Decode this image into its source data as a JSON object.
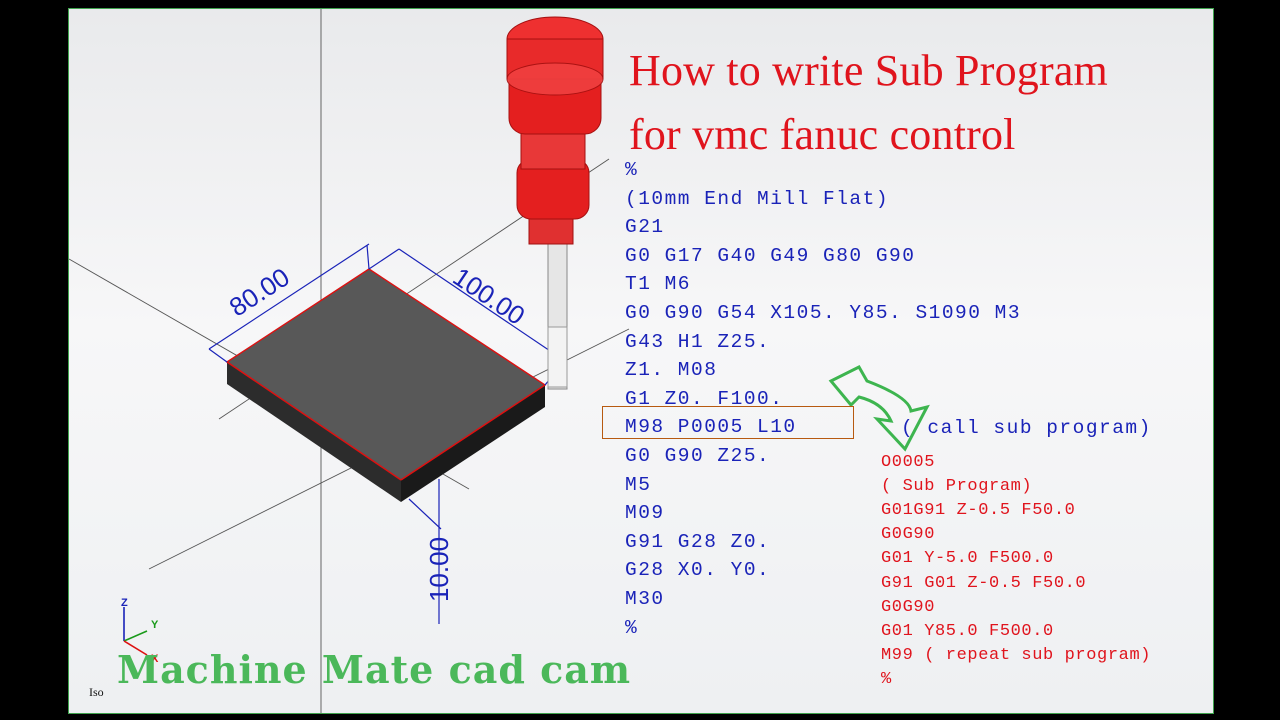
{
  "title": {
    "line1": "How to write Sub Program",
    "line2": "for vmc fanuc control"
  },
  "main_program": [
    "%",
    "(10mm End Mill Flat)",
    "G21",
    "G0 G17 G40 G49 G80 G90",
    "T1 M6",
    "G0 G90 G54 X105. Y85. S1090 M3",
    "G43 H1 Z25.",
    "Z1. M08",
    "G1 Z0. F100.",
    "M98 P0005 L10",
    "G0 G90 Z25.",
    "M5",
    "M09",
    "G91 G28 Z0.",
    "G28 X0. Y0.",
    "M30",
    "%"
  ],
  "call_comment": "( call sub program)",
  "sub_program": [
    "O0005",
    "( Sub Program)",
    "G01G91 Z-0.5 F50.0",
    "G0G90",
    "G01 Y-5.0 F500.0",
    "G91 G01 Z-0.5 F50.0",
    "G0G90",
    "G01 Y85.0 F500.0",
    "M99 ( repeat sub program)",
    "%"
  ],
  "dimensions": {
    "width": "80.00",
    "length": "100.00",
    "height": "10.00"
  },
  "footer": "Machine Mate cad cam",
  "view_label": "Iso",
  "axes": {
    "x": "X",
    "y": "Y",
    "z": "Z"
  },
  "colors": {
    "code_blue": "#1a23b8",
    "title_red": "#e0141d",
    "footer_green": "#4bb85a",
    "frame_green": "#3fa34d"
  }
}
